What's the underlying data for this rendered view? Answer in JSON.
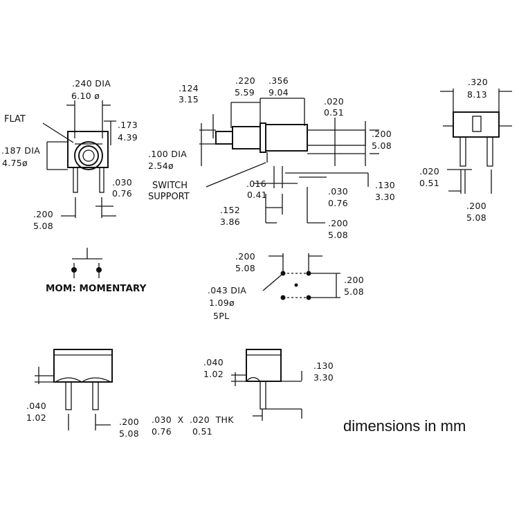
{
  "front_view": {
    "dia_240": [
      ".240 DIA",
      "6.10 ø"
    ],
    "flat": "FLAT",
    "dia_187": [
      ".187  DIA",
      "4.75ø"
    ],
    "dim_173": [
      ".173",
      "4.39"
    ],
    "dim_030": [
      ".030",
      "0.76"
    ],
    "dim_200": [
      ".200",
      "5.08"
    ]
  },
  "side_view": {
    "dim_124": [
      ".124",
      "3.15"
    ],
    "dim_220": [
      ".220",
      "5.59"
    ],
    "dim_356": [
      ".356",
      "9.04"
    ],
    "dim_020": [
      ".020",
      "0.51"
    ],
    "dim_200a": [
      ".200",
      "5.08"
    ],
    "dia_100": [
      ".100  DIA",
      "2.54ø"
    ],
    "switch_support": [
      "SWITCH",
      "SUPPORT"
    ],
    "dim_016": [
      ".016",
      "0.41"
    ],
    "dim_030": [
      ".030",
      "0.76"
    ],
    "dim_130": [
      ".130",
      "3.30"
    ],
    "dim_152": [
      ".152",
      "3.86"
    ],
    "dim_200b": [
      ".200",
      "5.08"
    ]
  },
  "end_view": {
    "dim_320": [
      ".320",
      "8.13"
    ],
    "dim_020": [
      ".020",
      "0.51"
    ],
    "dim_200": [
      ".200",
      "5.08"
    ]
  },
  "schematic": {
    "label": "MOM: MOMENTARY"
  },
  "pcb_layout": {
    "dim_200h": [
      ".200",
      "5.08"
    ],
    "dia_043": [
      ".043  DIA",
      "1.09ø",
      "5PL"
    ],
    "dim_200v": [
      ".200",
      "5.08"
    ]
  },
  "bottom_left": {
    "dim_040": [
      ".040",
      "1.02"
    ],
    "dim_200": [
      ".200",
      "5.08"
    ],
    "thk": [
      ".030  X  .020  THK",
      "0.76       0.51"
    ]
  },
  "bottom_right": {
    "dim_040": [
      ".040",
      "1.02"
    ],
    "dim_130": [
      ".130",
      "3.30"
    ]
  },
  "note": "dimensions in mm"
}
